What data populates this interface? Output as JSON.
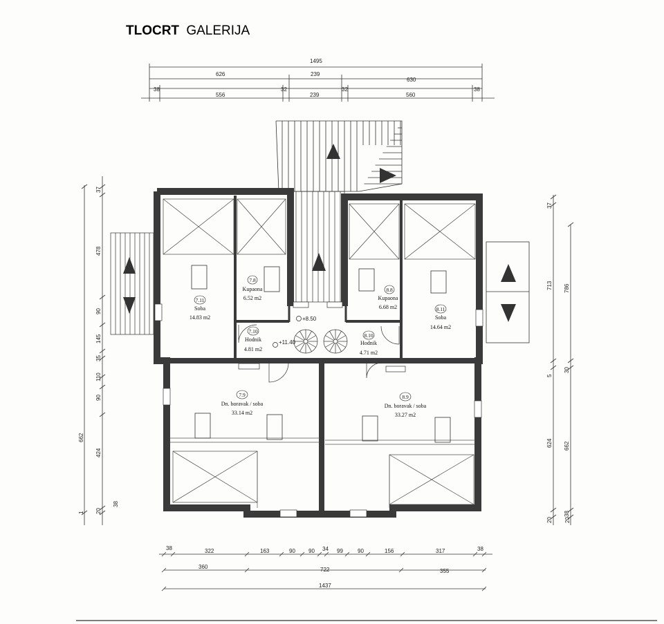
{
  "title": {
    "bold": "TLOCRT",
    "normal": "GALERIJA"
  },
  "dims_top": {
    "overall": "1495",
    "row2": [
      "626",
      "239",
      "630"
    ],
    "row3": [
      "38",
      "556",
      "32",
      "239",
      "32",
      "560",
      "38"
    ]
  },
  "dims_bottom": {
    "row1": [
      "38",
      "322",
      "163",
      "90",
      "90",
      "34",
      "99",
      "90",
      "156",
      "317",
      "38"
    ],
    "row2": [
      "360",
      "722",
      "355"
    ],
    "overall": "1437"
  },
  "dims_left": {
    "segments": [
      "37",
      "478",
      "90",
      "145",
      "35",
      "110",
      "90",
      "424",
      "20",
      "38"
    ],
    "total": "662",
    "extra": "1"
  },
  "dims_right": {
    "col1": [
      "37",
      "713",
      "5",
      "624",
      "20",
      "20"
    ],
    "col2": [
      "786",
      "30",
      "662",
      "38"
    ]
  },
  "rooms": [
    {
      "num": "7.11",
      "name": "Soba",
      "area": "14.83 m2"
    },
    {
      "num": "7.8",
      "name": "Kupaona",
      "area": "6.52 m2"
    },
    {
      "num": "7.10",
      "name": "Hodnik",
      "area": "4.81 m2"
    },
    {
      "num": "7.9",
      "name": "Dn. boravak / soba",
      "area": "33.14 m2"
    },
    {
      "num": "8.8",
      "name": "Kupaona",
      "area": "6.68 m2"
    },
    {
      "num": "8.11",
      "name": "Soba",
      "area": "14.64 m2"
    },
    {
      "num": "8.10",
      "name": "Hodnik",
      "area": "4.71 m2"
    },
    {
      "num": "8.9",
      "name": "Dn. boravak / soba",
      "area": "33.27 m2"
    }
  ],
  "levels": [
    "+8.50",
    "+11.40"
  ]
}
